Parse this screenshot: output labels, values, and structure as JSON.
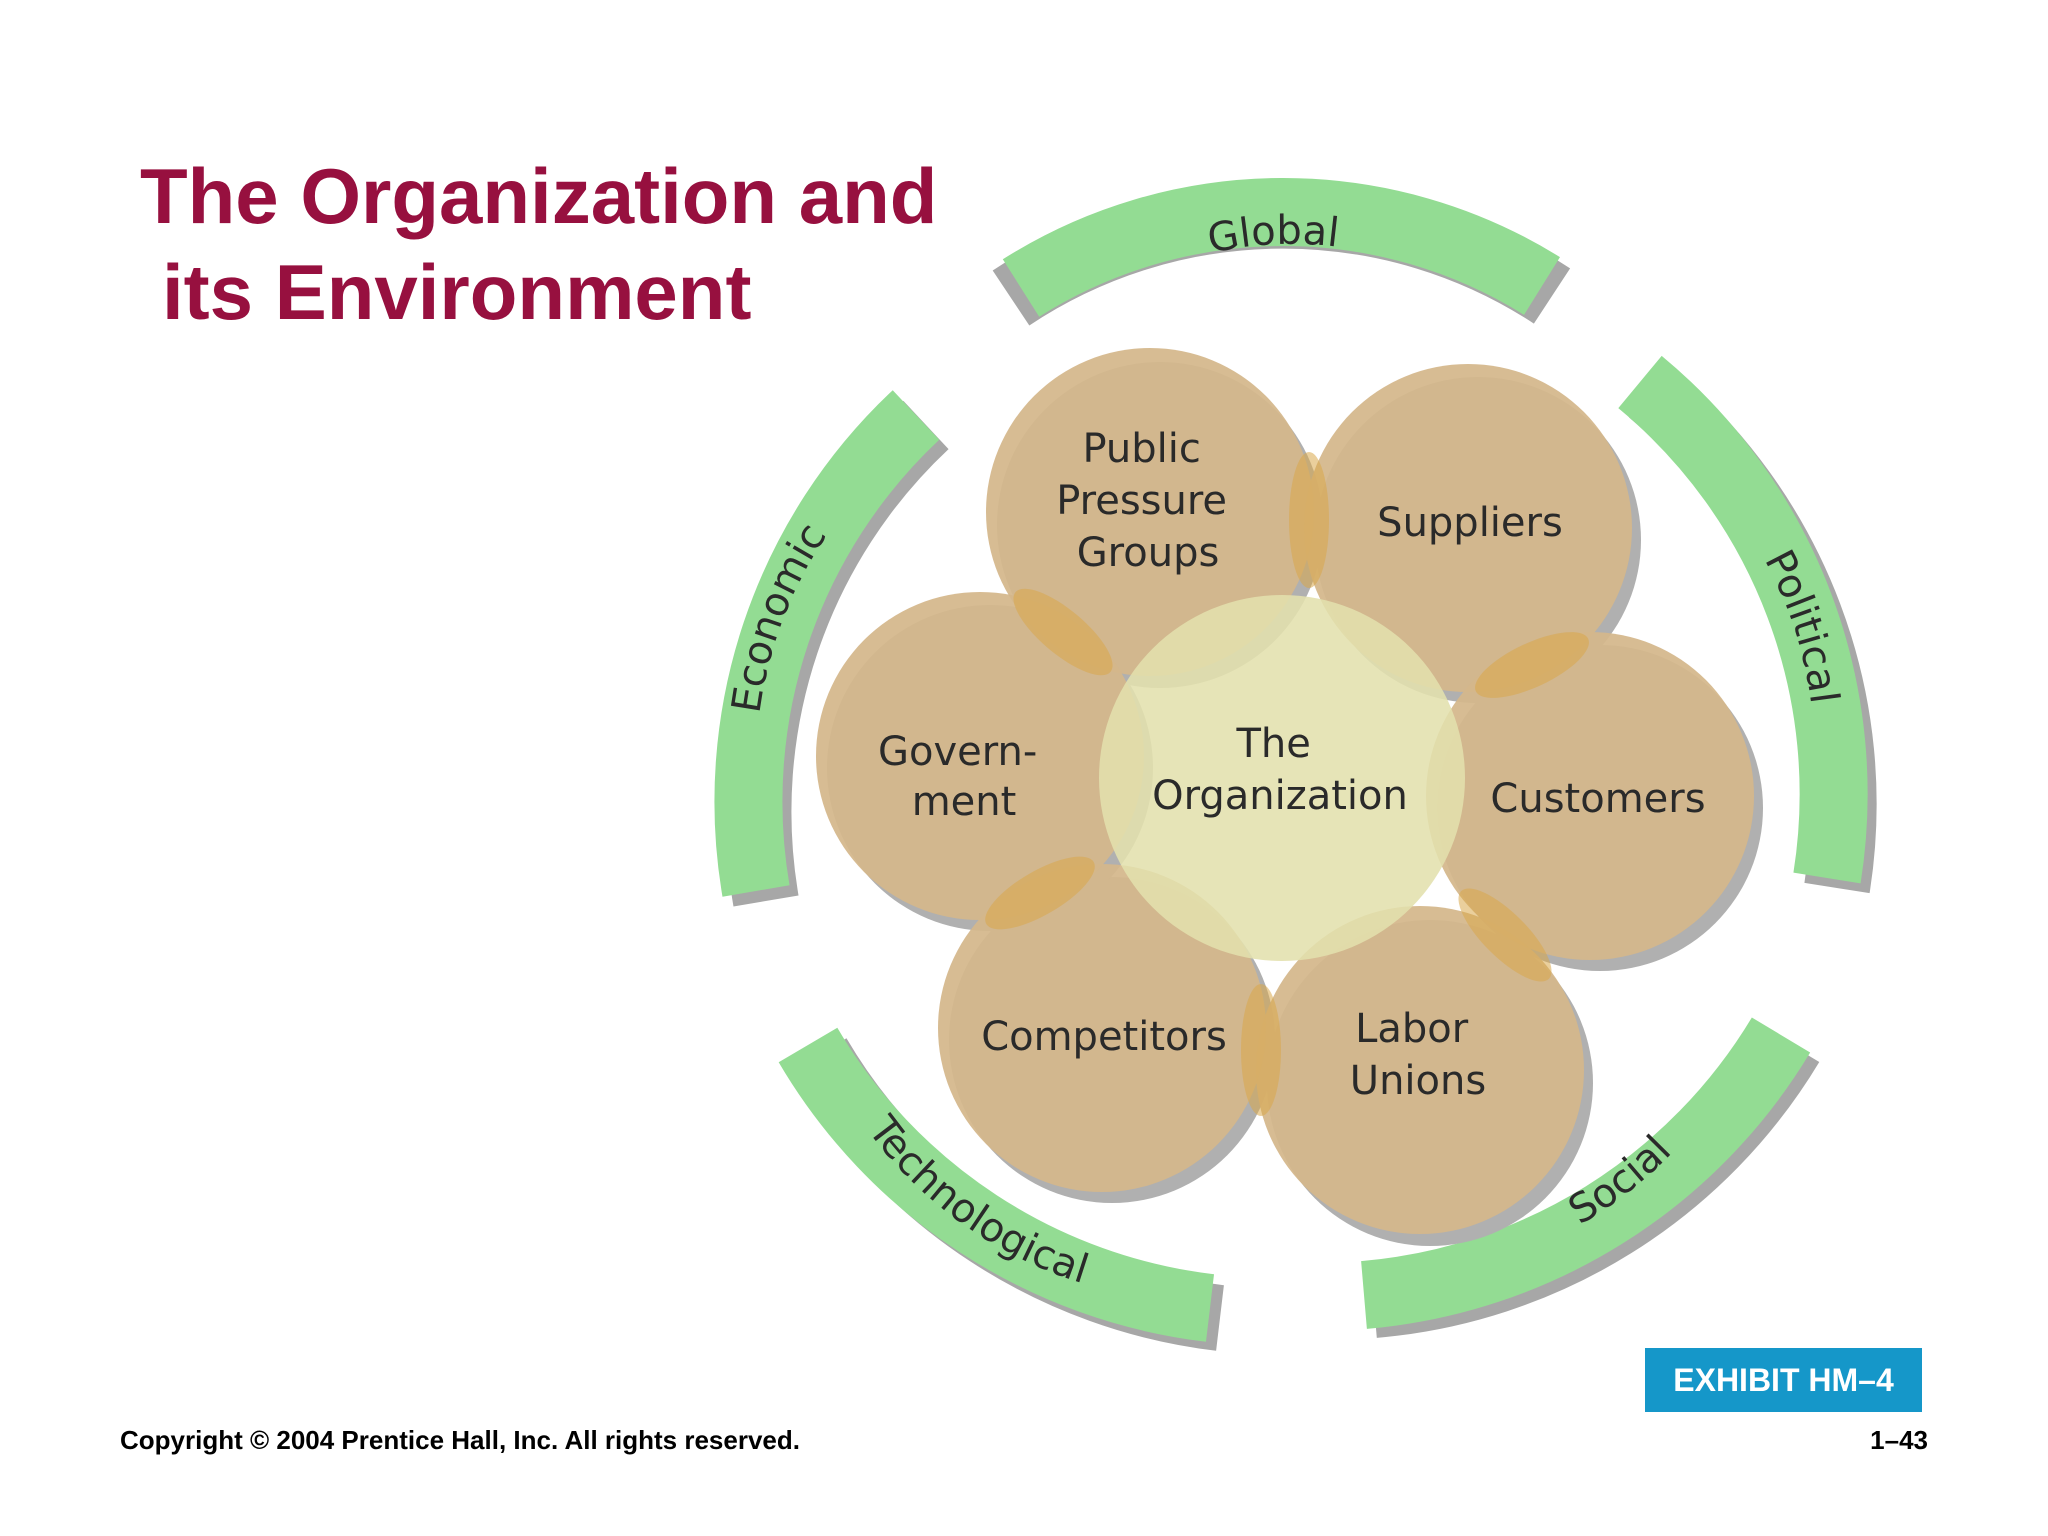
{
  "slide": {
    "title_line1": "The Organization and",
    "title_line2": "its Environment",
    "exhibit_label": "EXHIBIT HM–4",
    "copyright": "Copyright © 2004 Prentice Hall, Inc. All rights reserved.",
    "page_number": "1–43"
  },
  "diagram": {
    "center": "The Organization",
    "center_lines": [
      "The",
      "Organization"
    ],
    "specific_environment": [
      {
        "label": "Public Pressure Groups",
        "lines": [
          "Public",
          "Pressure",
          "Groups"
        ]
      },
      {
        "label": "Suppliers",
        "lines": [
          "Suppliers"
        ]
      },
      {
        "label": "Customers",
        "lines": [
          "Customers"
        ]
      },
      {
        "label": "Labor Unions",
        "lines": [
          "Labor",
          "Unions"
        ]
      },
      {
        "label": "Competitors",
        "lines": [
          "Competitors"
        ]
      },
      {
        "label": "Government",
        "lines": [
          "Govern-",
          "ment"
        ]
      }
    ],
    "general_environment": [
      "Global",
      "Political",
      "Social",
      "Technological",
      "Economic"
    ]
  },
  "colors": {
    "title": "#97103f",
    "ring_green": "#93dc93",
    "ring_shadow": "#a7a7a7",
    "circle_tan": "#d4b78b",
    "center_light": "#e3e0ad",
    "exhibit_bg": "#1597c9"
  }
}
